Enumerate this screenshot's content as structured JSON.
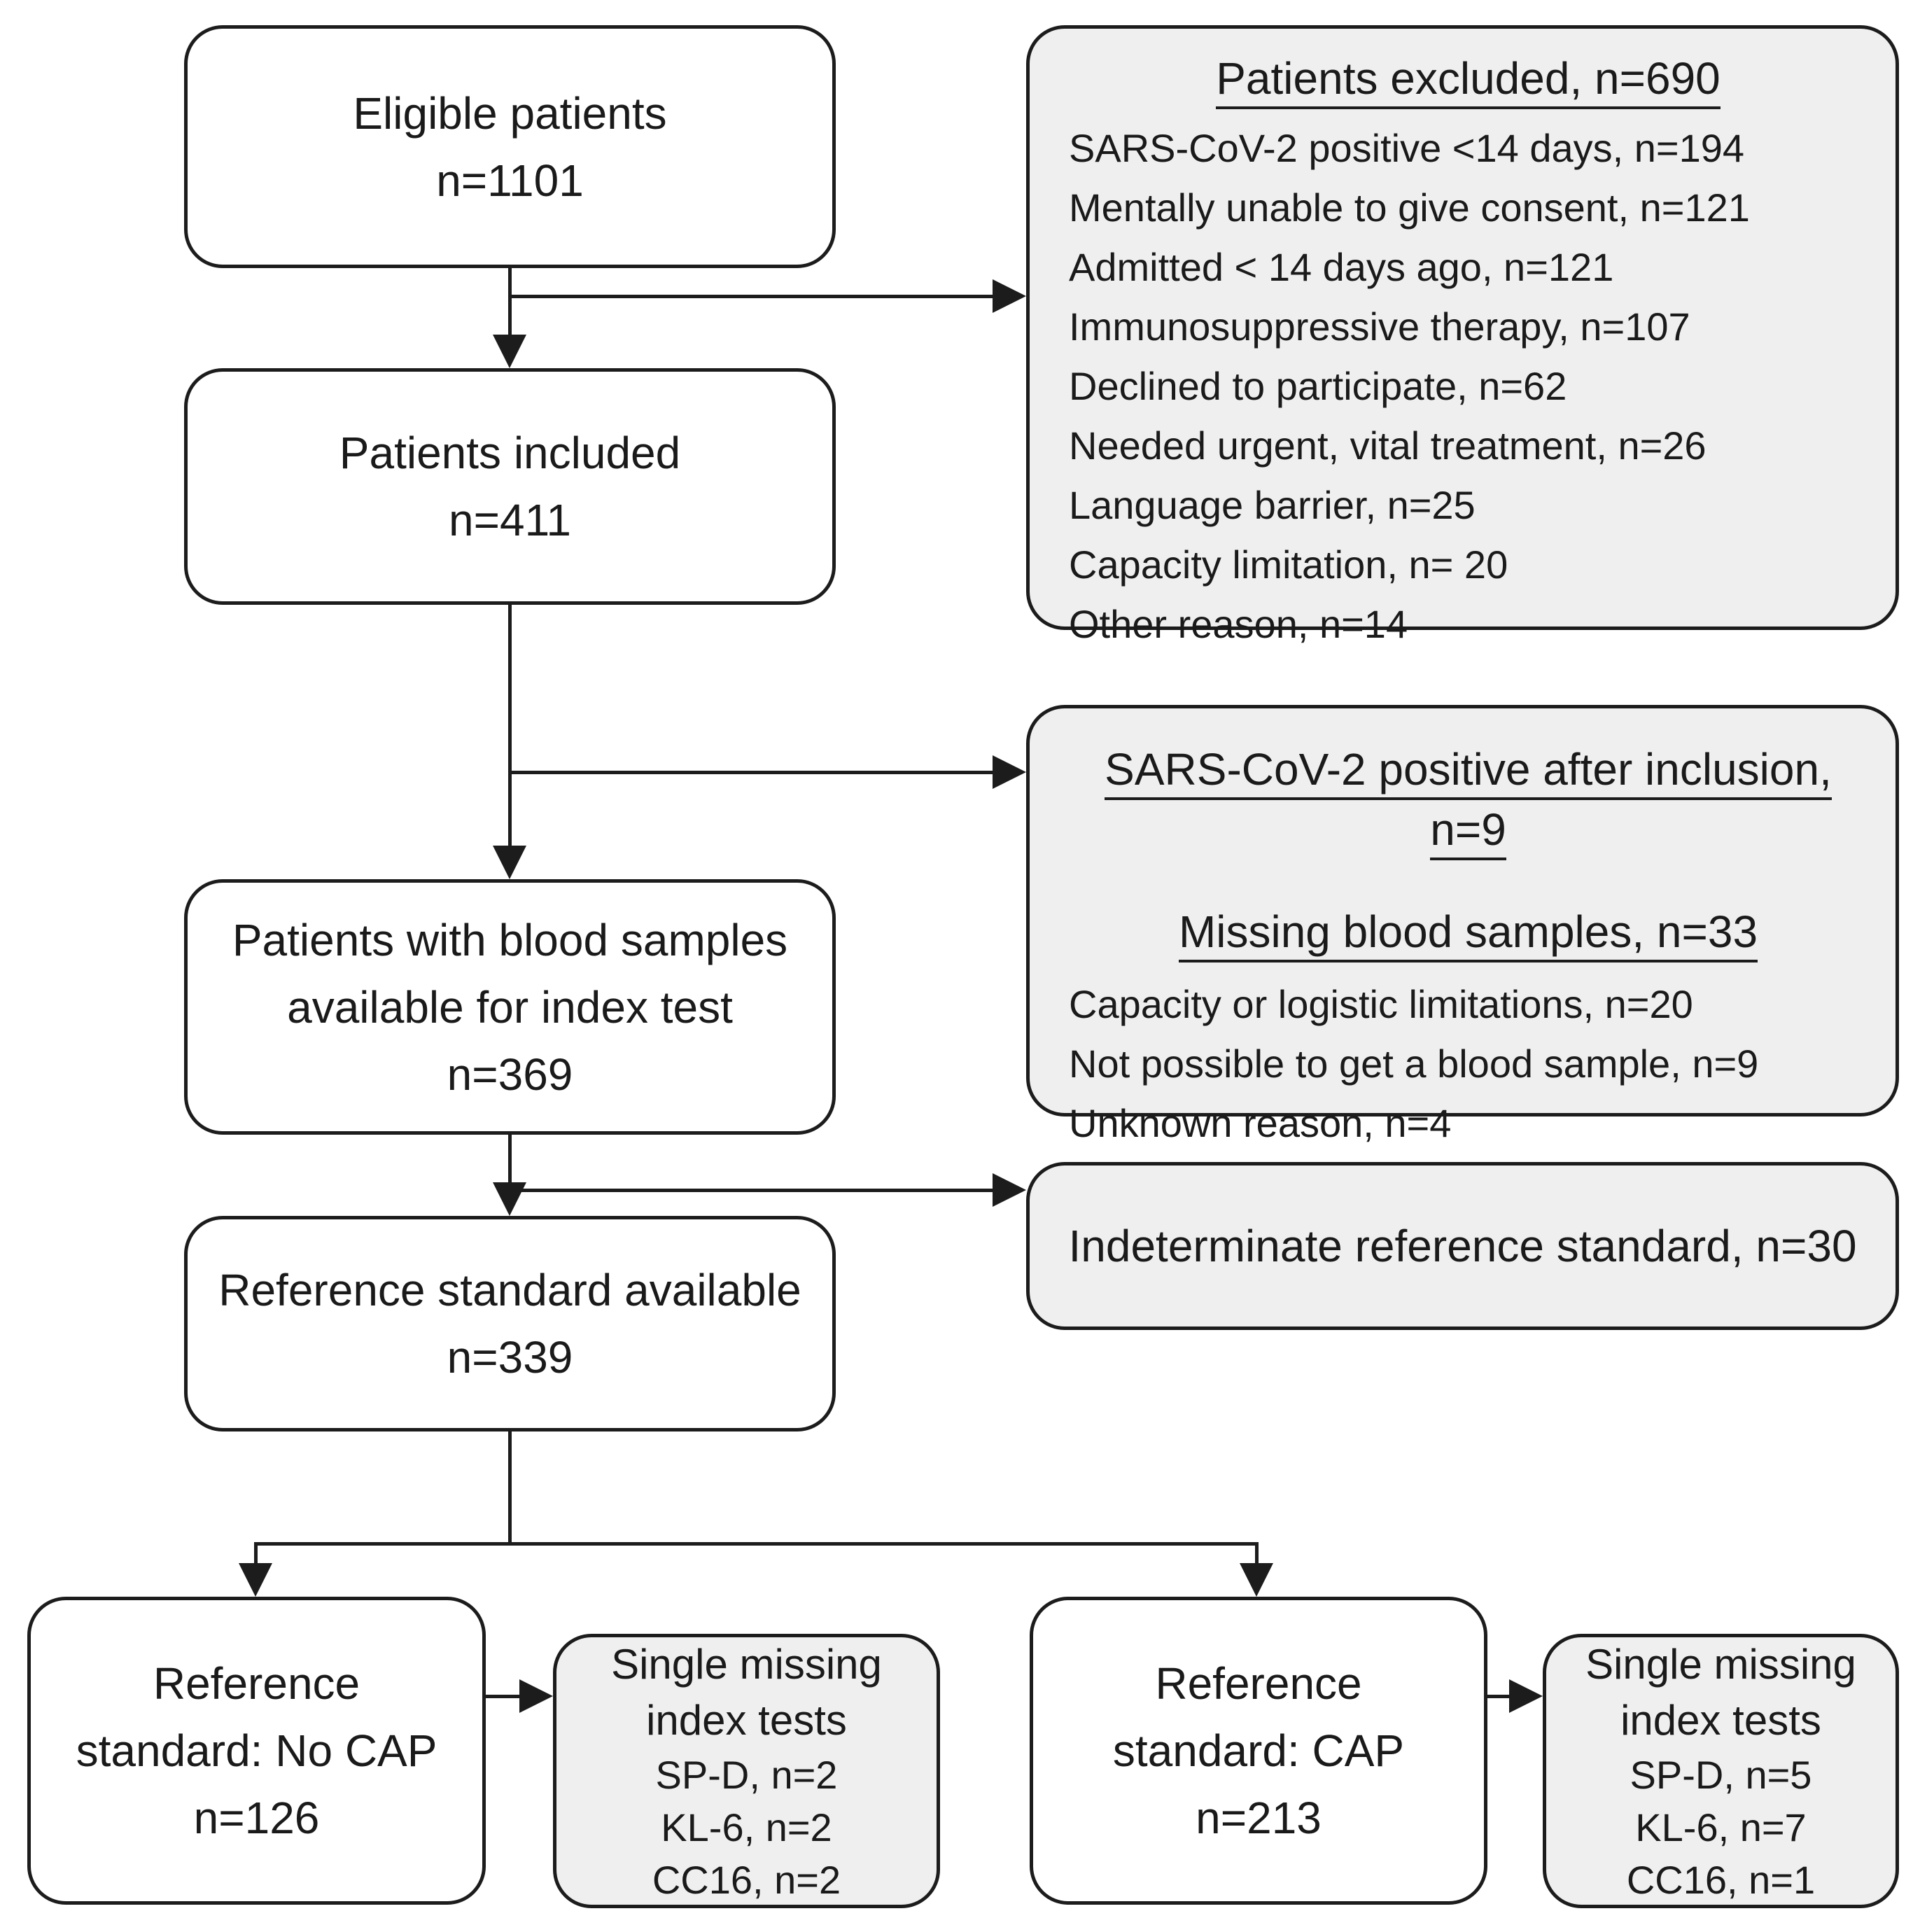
{
  "figure": {
    "type": "patient-flow-diagram",
    "colors": {
      "border": "#1c1c1c",
      "gray_fill": "#efefef",
      "white_fill": "#ffffff",
      "text": "#1a1a1a"
    },
    "flow_boxes": {
      "eligible": {
        "lines": [
          "Eligible patients",
          "n=1101"
        ]
      },
      "included": {
        "lines": [
          "Patients included",
          "n=411"
        ]
      },
      "blood_samples": {
        "lines": [
          "Patients with blood samples",
          "available for index test",
          "n=369"
        ]
      },
      "reference_standard": {
        "lines": [
          "Reference standard available",
          "n=339"
        ]
      },
      "no_cap": {
        "lines": [
          "Reference",
          "standard: No CAP",
          "n=126"
        ]
      },
      "cap": {
        "lines": [
          "Reference",
          "standard: CAP",
          "n=213"
        ]
      }
    },
    "side_boxes": {
      "excluded": {
        "title": "Patients excluded, n=690",
        "items": [
          "SARS-CoV-2 positive <14 days, n=194",
          "Mentally unable to give consent, n=121",
          "Admitted < 14 days ago, n=121",
          "Immunosuppressive therapy, n=107",
          "Declined to participate, n=62",
          "Needed urgent, vital treatment, n=26",
          "Language barrier, n=25",
          "Capacity limitation, n= 20",
          "Other reason, n=14"
        ]
      },
      "post_inclusion": {
        "title": "SARS-CoV-2 positive after inclusion, n=9",
        "subtitle": "Missing blood samples, n=33",
        "items": [
          "Capacity or logistic limitations, n=20",
          "Not possible to get a blood sample, n=9",
          "Unknown reason, n=4"
        ]
      },
      "indeterminate": {
        "title": "Indeterminate reference standard, n=30"
      },
      "no_cap_missing": {
        "title_lines": [
          "Single missing",
          "index tests"
        ],
        "items": [
          "SP-D, n=2",
          "KL-6, n=2",
          "CC16, n=2"
        ]
      },
      "cap_missing": {
        "title_lines": [
          "Single missing",
          "index tests"
        ],
        "items": [
          "SP-D, n=5",
          "KL-6, n=7",
          "CC16, n=1"
        ]
      }
    }
  }
}
